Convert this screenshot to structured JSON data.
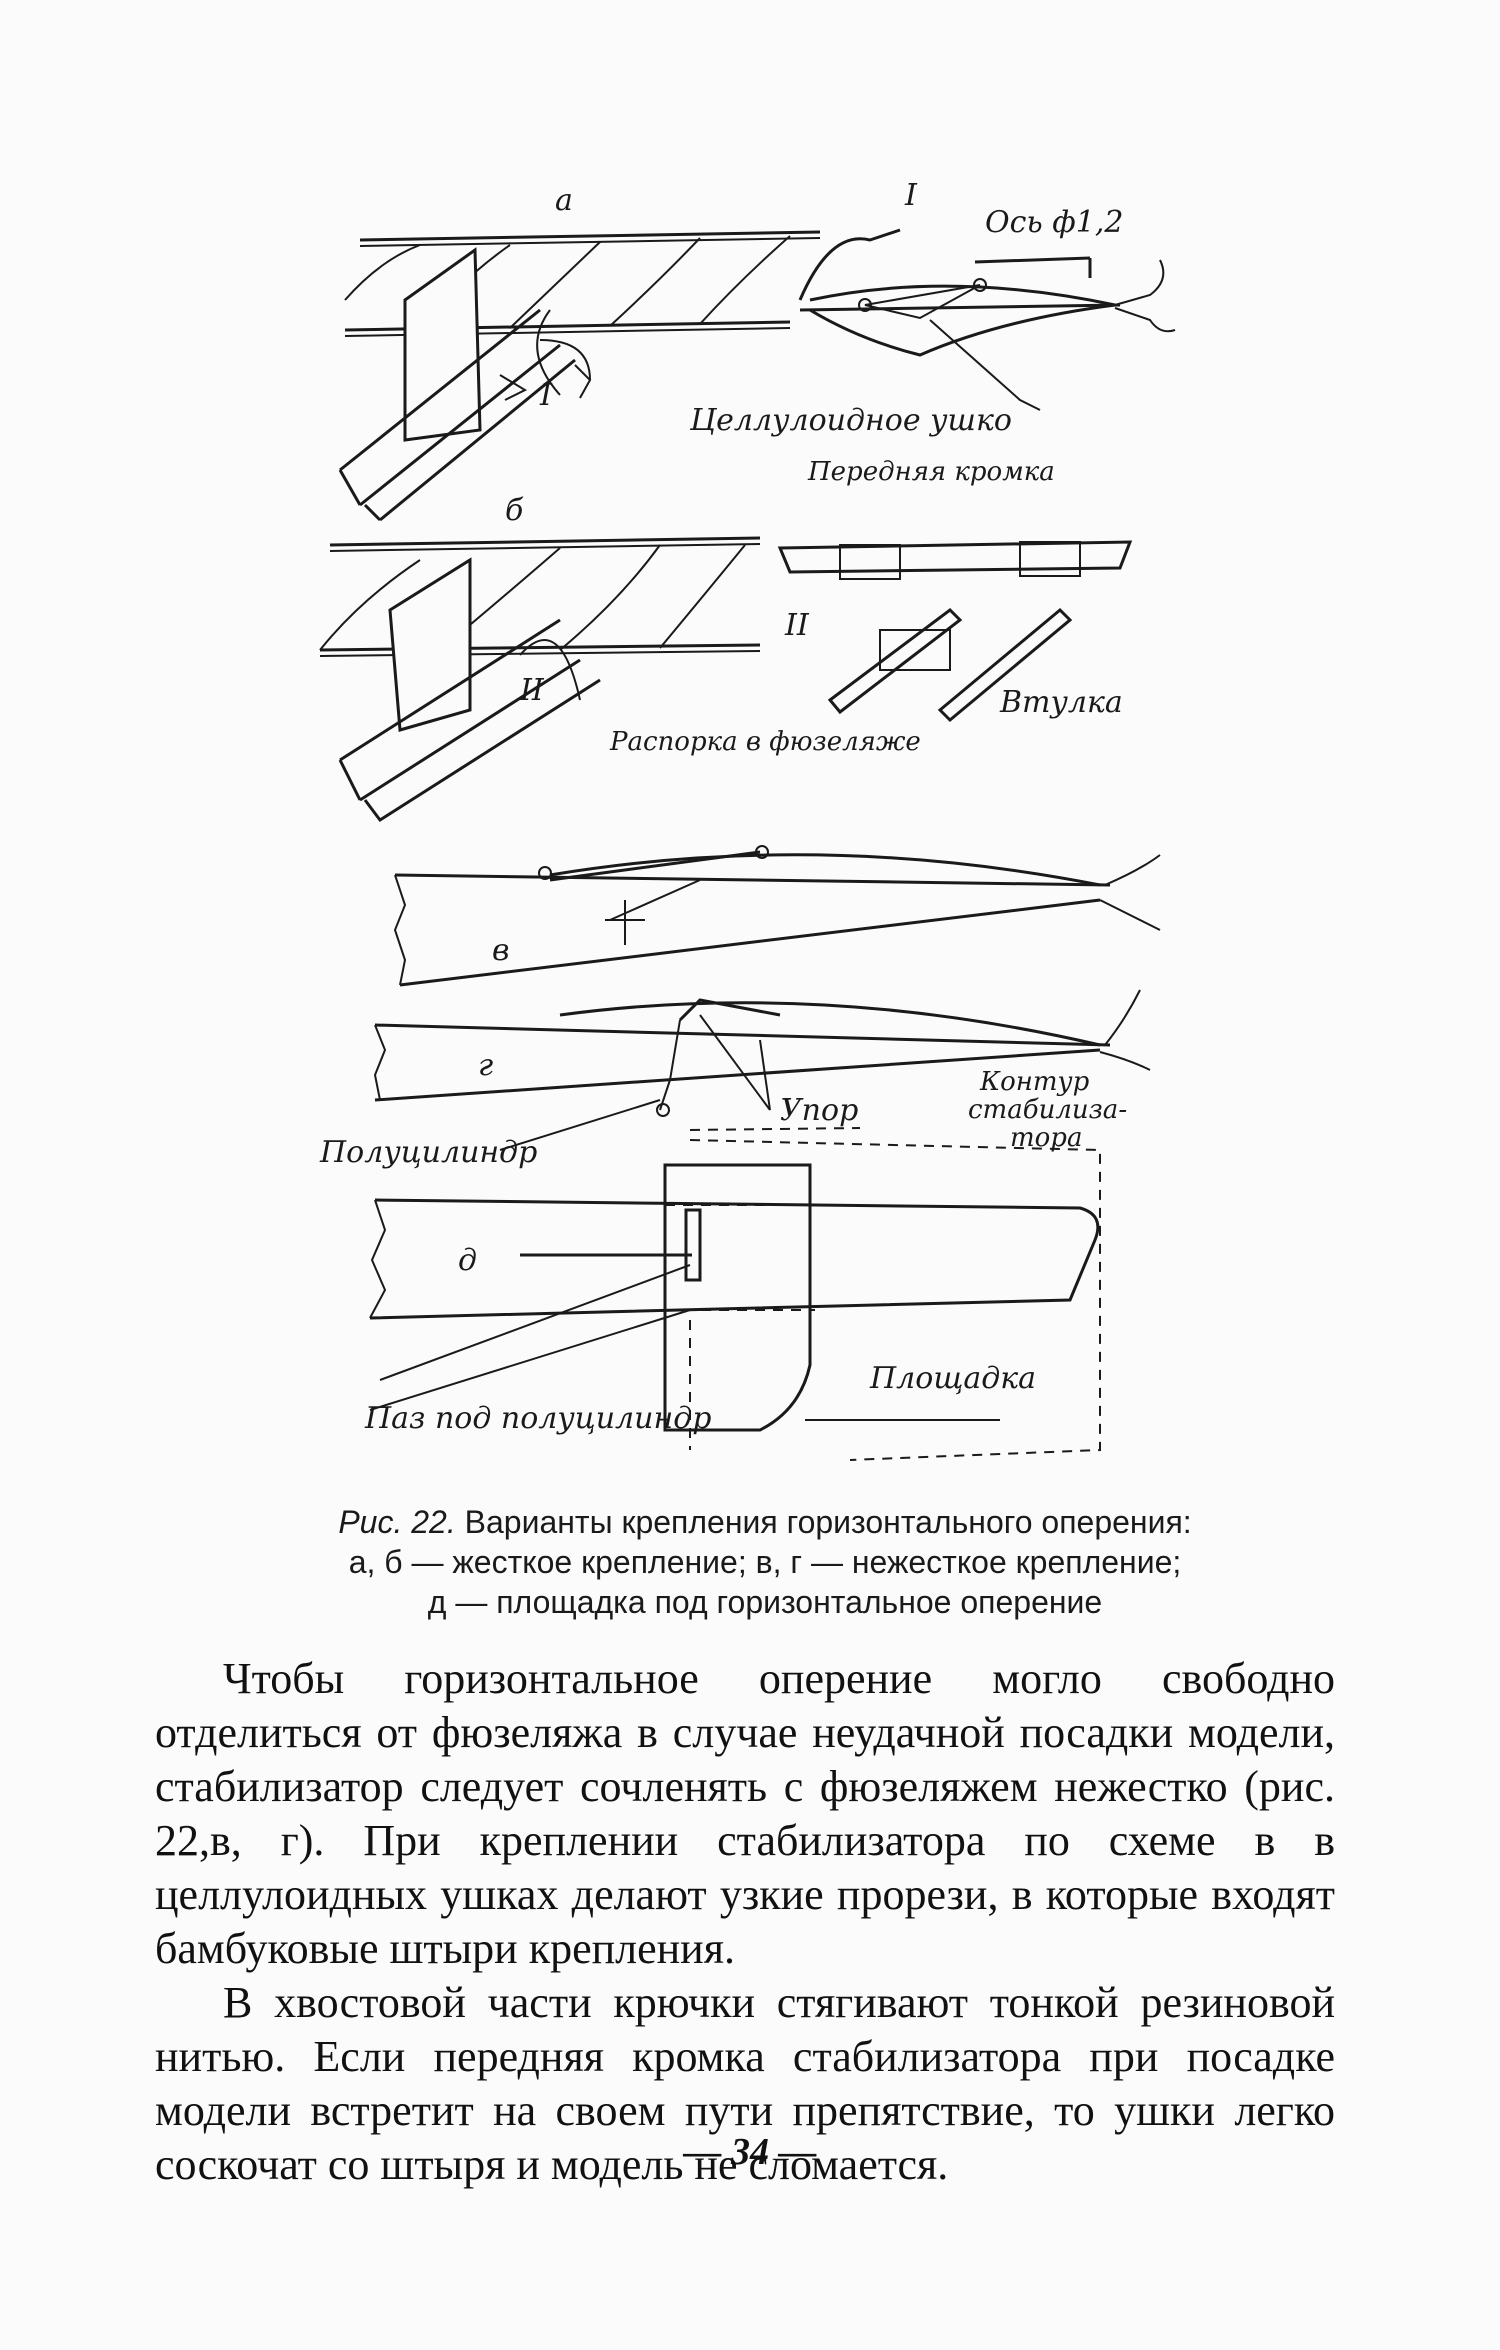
{
  "figure": {
    "panel_a_letter": "а",
    "detail_I_label": "I",
    "axis_label": "Ось ф1,2",
    "celluloid_ear_label": "Целлулоидное ушко",
    "rotation_I_label": "I",
    "panel_b_letter": "б",
    "leading_edge_label": "Передняя кромка",
    "detail_II_label": "II",
    "rotation_II_label": "II",
    "bushing_label": "Втулка",
    "fuselage_strut_label": "Распорка в фюзеляже",
    "panel_v_letter": "в",
    "panel_g_letter": "г",
    "stop_label": "Упор",
    "half_cylinder_label": "Полуцилиндр",
    "stabilizer_contour_label_1": "Контур",
    "stabilizer_contour_label_2": "стабилиза-",
    "stabilizer_contour_label_3": "тора",
    "panel_d_letter": "д",
    "platform_label": "Площадка",
    "slot_label": "Паз под полуцилиндр"
  },
  "caption": {
    "fig_number": "Рис. 22.",
    "title": "Варианты крепления горизонтального оперения:",
    "line2": "а, б — жесткое крепление; в, г — нежесткое крепление;",
    "line3": "д — площадка под горизонтальное оперение"
  },
  "body": {
    "paragraph1": "Чтобы горизонтальное оперение могло свободно отделиться от фюзеляжа в случае неудачной посадки модели, стабилизатор следует сочленять с фюзеляжем нежестко (рис. 22,в, г). При креплении стабилизатора по схеме в в целлулоидных ушках делают узкие прорези, в которые входят бамбуковые штыри крепления.",
    "paragraph2": "В хвостовой части крючки стягивают тонкой резиновой нитью. Если передняя кромка стабилизатора при посадке модели встретит на своем пути препятствие, то ушки легко соскочат со штыря и модель не сломается."
  },
  "page_number": "— 34 —"
}
